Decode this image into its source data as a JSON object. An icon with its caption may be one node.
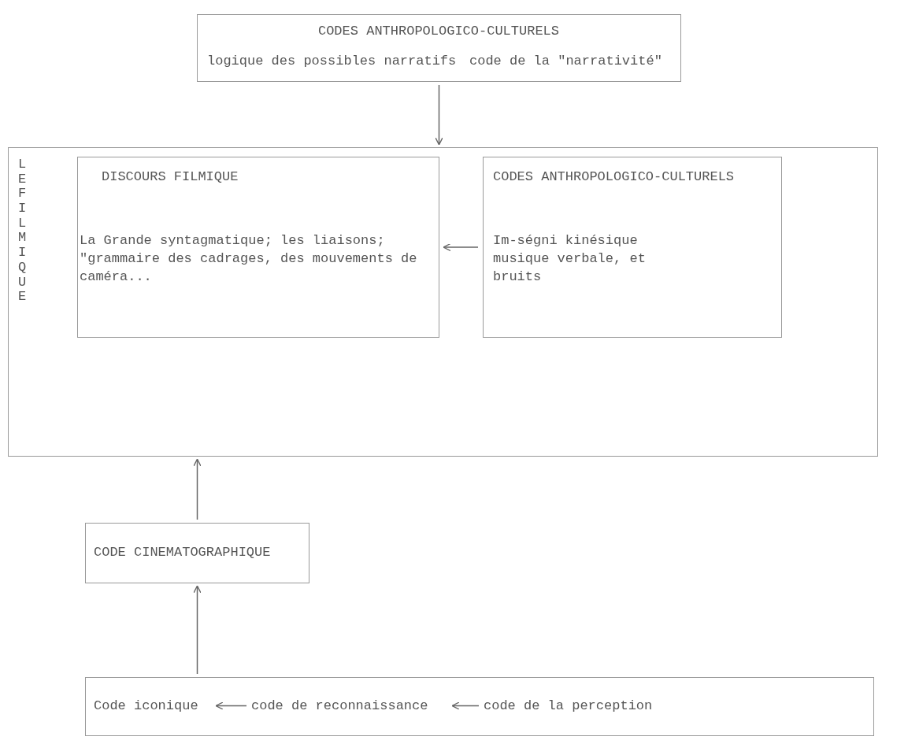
{
  "diagram": {
    "nodes": [
      {
        "text": [
          "CODES ANTHROPOLOGICO-CULTURELS",
          "logique des possibles narratifs",
          "code de la \"narrativité\""
        ]
      },
      {
        "text": [
          "LE FILMIQUE"
        ]
      },
      {
        "text": [
          "DISCOURS FILMIQUE",
          "La Grande syntagmatique; les liaisons; \"grammaire des cadrages, des mouvements de caméra..."
        ],
        "in": 1
      },
      {
        "text": [
          "CODES ANTHROPOLOGICO-CULTURELS",
          "Im-ségni kinésique musique verbale, et bruits"
        ],
        "in": 1
      },
      {
        "text": [
          "CODE CINEMATOGRAPHIQUE"
        ]
      },
      {
        "text": [],
        "shape": "box"
      },
      {
        "text": [
          "Code iconique"
        ],
        "in": 5
      },
      {
        "text": [
          "code de reconnaissance"
        ],
        "in": 5
      },
      {
        "text": [
          "code de la perception"
        ],
        "in": 5
      }
    ],
    "edges": [
      {
        "from": 0,
        "to": 1,
        "arrow": "to"
      },
      {
        "from": 3,
        "to": 2,
        "arrow": "to"
      },
      {
        "from": 4,
        "to": 1,
        "arrow": "to"
      },
      {
        "from": 5,
        "to": 4,
        "arrow": "to"
      },
      {
        "from": 7,
        "to": 6,
        "arrow": "to"
      },
      {
        "from": 8,
        "to": 7,
        "arrow": "to"
      }
    ]
  }
}
